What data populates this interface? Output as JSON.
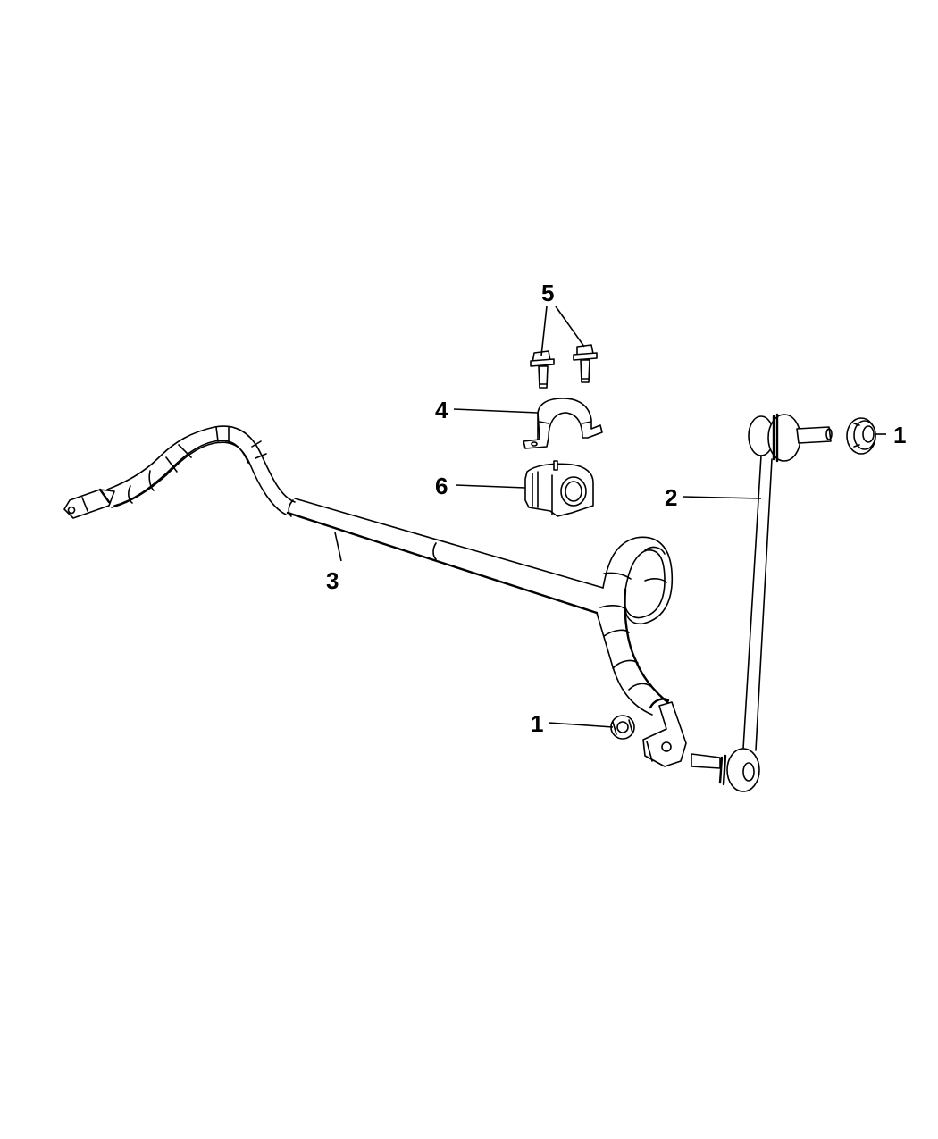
{
  "diagram": {
    "type": "exploded-parts-view",
    "subject": "front stabilizer (sway) bar assembly",
    "background": "#ffffff",
    "line_color": "#000000"
  },
  "callouts": [
    {
      "id": "c1a",
      "label": "1",
      "part": "nut",
      "position": "upper-right, beside link stud"
    },
    {
      "id": "c1b",
      "label": "1",
      "part": "nut",
      "position": "lower-center, near bar end bracket"
    },
    {
      "id": "c2",
      "label": "2",
      "part": "stabilizer link"
    },
    {
      "id": "c3",
      "label": "3",
      "part": "stabilizer bar"
    },
    {
      "id": "c4",
      "label": "4",
      "part": "bushing retainer bracket"
    },
    {
      "id": "c5",
      "label": "5",
      "part": "bolts (2)"
    },
    {
      "id": "c6",
      "label": "6",
      "part": "bushing"
    }
  ]
}
